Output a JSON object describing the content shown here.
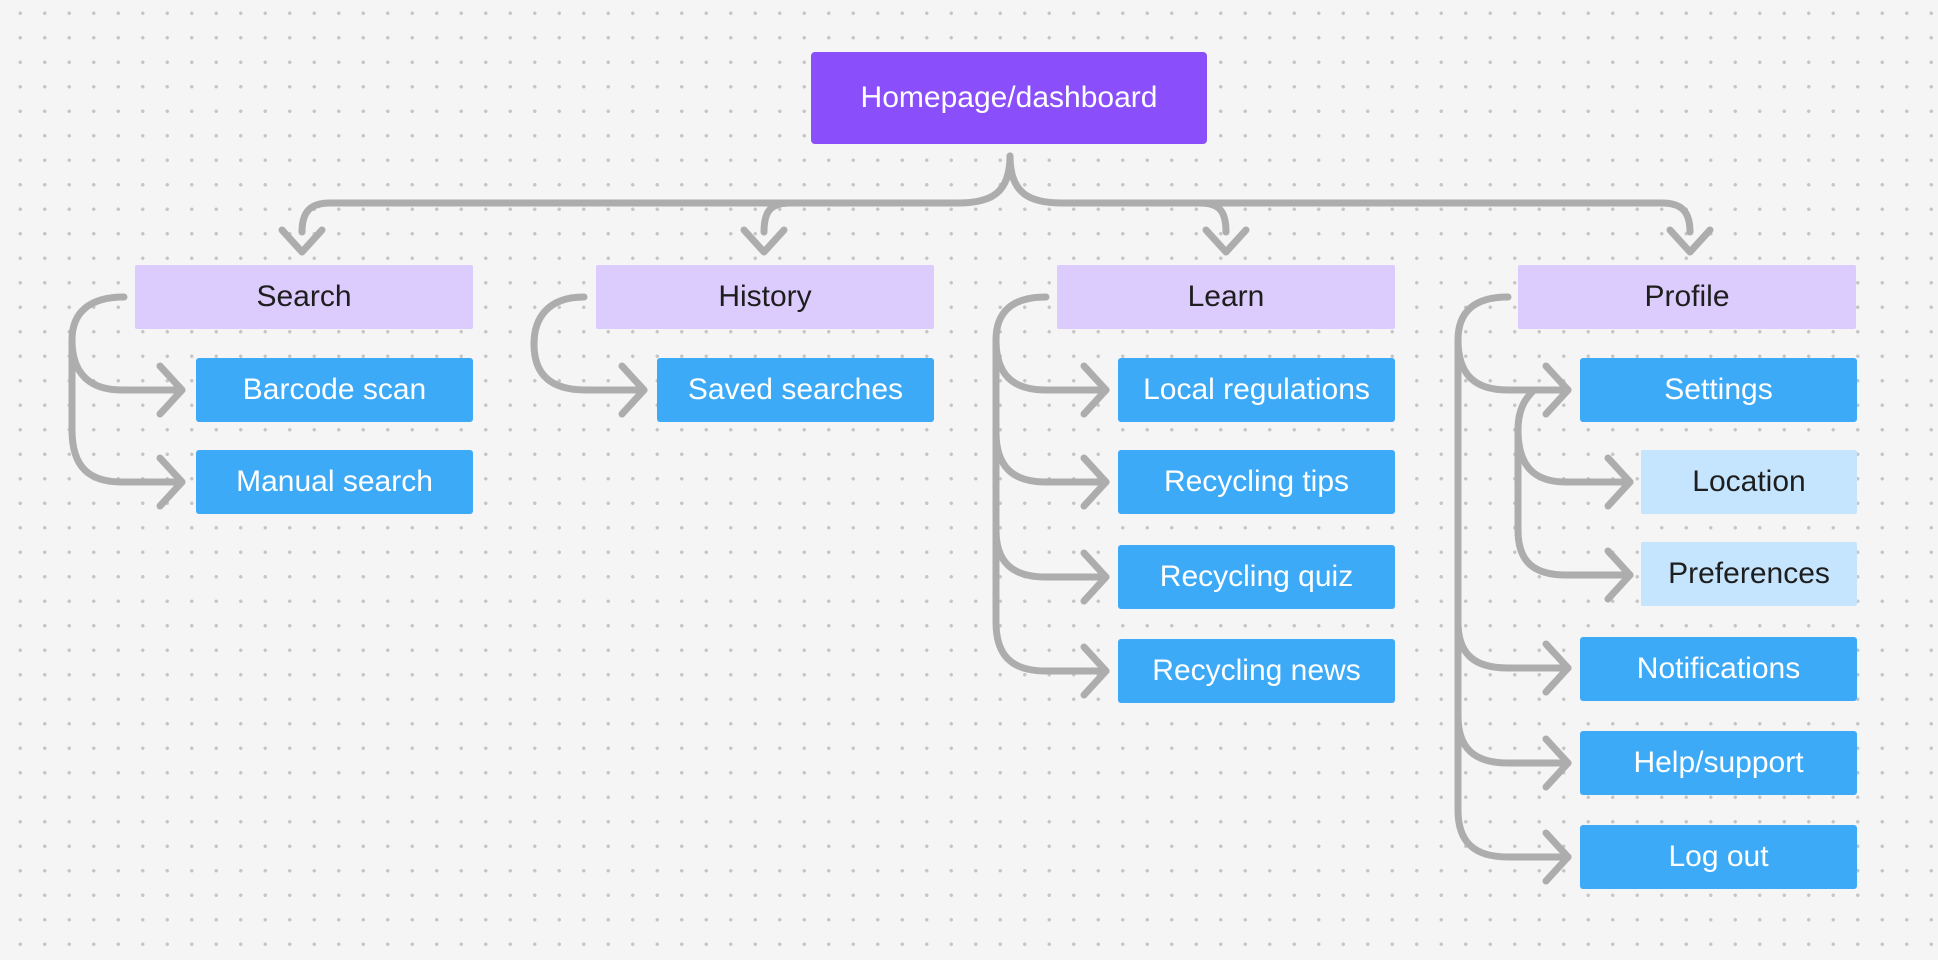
{
  "diagram": {
    "root": {
      "label": "Homepage/dashboard"
    },
    "sections": [
      {
        "label": "Search",
        "items": [
          {
            "label": "Barcode scan"
          },
          {
            "label": "Manual search"
          }
        ]
      },
      {
        "label": "History",
        "items": [
          {
            "label": "Saved searches"
          }
        ]
      },
      {
        "label": "Learn",
        "items": [
          {
            "label": "Local regulations"
          },
          {
            "label": "Recycling tips"
          },
          {
            "label": "Recycling quiz"
          },
          {
            "label": "Recycling news"
          }
        ]
      },
      {
        "label": "Profile",
        "items": [
          {
            "label": "Settings",
            "subitems": [
              {
                "label": "Location"
              },
              {
                "label": "Preferences"
              }
            ]
          },
          {
            "label": "Notifications"
          },
          {
            "label": "Help/support"
          },
          {
            "label": "Log out"
          }
        ]
      }
    ]
  },
  "colors": {
    "root": "#8a4ffb",
    "section": "#dccbfd",
    "item": "#3daaf8",
    "subitem": "#c5e4fd",
    "connector": "#adadad",
    "background": "#f5f5f5"
  }
}
